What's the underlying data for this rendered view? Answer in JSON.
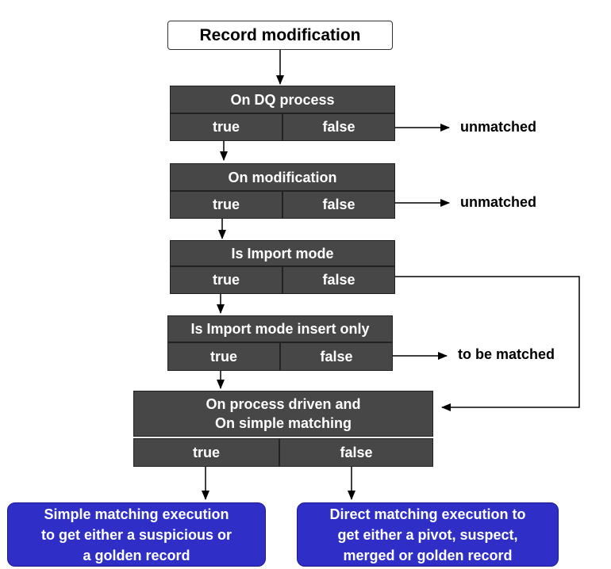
{
  "start": {
    "label": "Record modification"
  },
  "decisions": [
    {
      "label": "On DQ process",
      "true_label": "true",
      "false_label": "false",
      "false_outcome": "unmatched"
    },
    {
      "label": "On modification",
      "true_label": "true",
      "false_label": "false",
      "false_outcome": "unmatched"
    },
    {
      "label": "Is Import mode",
      "true_label": "true",
      "false_label": "false"
    },
    {
      "label": "Is Import mode insert only",
      "true_label": "true",
      "false_label": "false",
      "false_outcome": "to be matched"
    },
    {
      "label_line1": "On process driven and",
      "label_line2": "On simple matching",
      "true_label": "true",
      "false_label": "false"
    }
  ],
  "results": {
    "simple": {
      "line1": "Simple matching execution",
      "line2": "to get either a suspicious or",
      "line3": "a golden record"
    },
    "direct": {
      "line1": "Direct matching execution  to",
      "line2": "get either a pivot, suspect,",
      "line3": "merged or golden record"
    }
  },
  "colors": {
    "decision": "#474747",
    "result": "#2f2fc8",
    "start_bg": "#ffffff"
  }
}
